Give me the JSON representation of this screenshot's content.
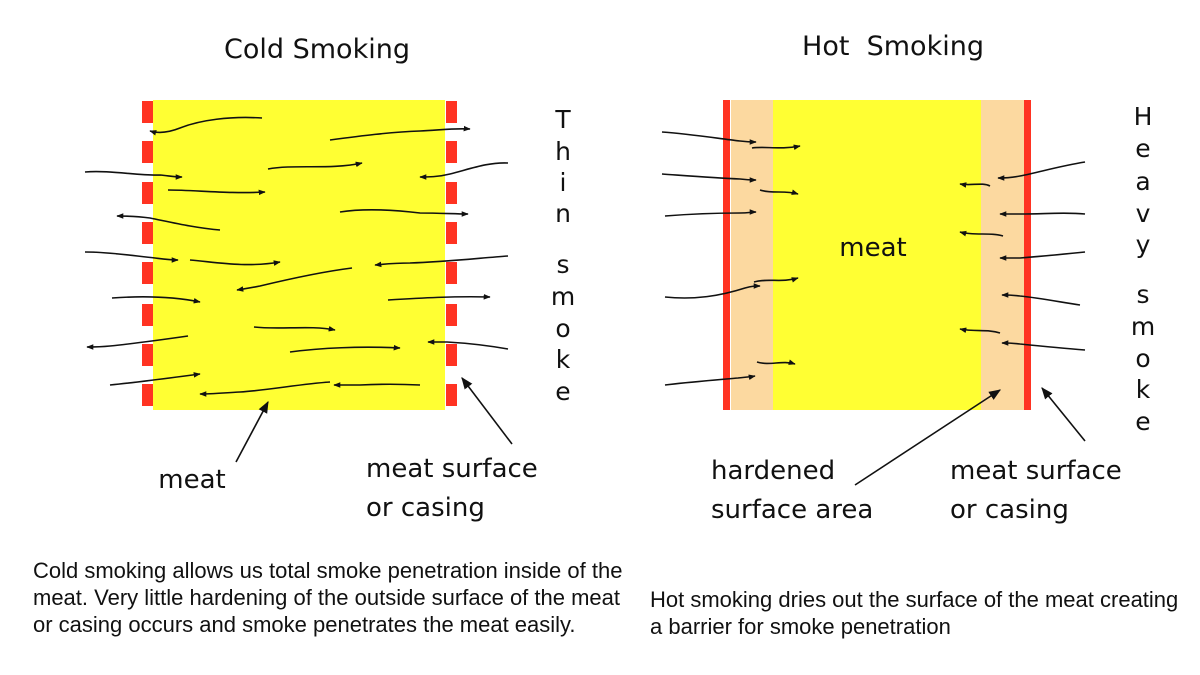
{
  "colors": {
    "meat": "#ffff33",
    "hardened_surface": "#fcd9a0",
    "casing": "#ff3322",
    "smoke_path": "#111111",
    "text": "#111111"
  },
  "cold": {
    "title": "Cold Smoking",
    "meat_label": "meat",
    "surface_label": [
      "meat surface",
      "or casing"
    ],
    "side_label": [
      "T",
      "h",
      "i",
      "n",
      "s",
      "m",
      "o",
      "k",
      "e"
    ],
    "caption": "Cold smoking allows us total smoke penetration inside of the meat. Very little hardening of the outside surface of the meat or casing occurs and smoke penetrates the meat easily."
  },
  "hot": {
    "title": "Hot  Smoking",
    "meat_label": "meat",
    "hardened_label": [
      "hardened",
      "surface area"
    ],
    "surface_label": [
      "meat surface",
      "or casing"
    ],
    "side_label": [
      "H",
      "e",
      "a",
      "v",
      "y",
      "s",
      "m",
      "o",
      "k",
      "e"
    ],
    "caption": "Hot smoking dries out the surface of the meat creating a barrier for smoke penetration"
  }
}
